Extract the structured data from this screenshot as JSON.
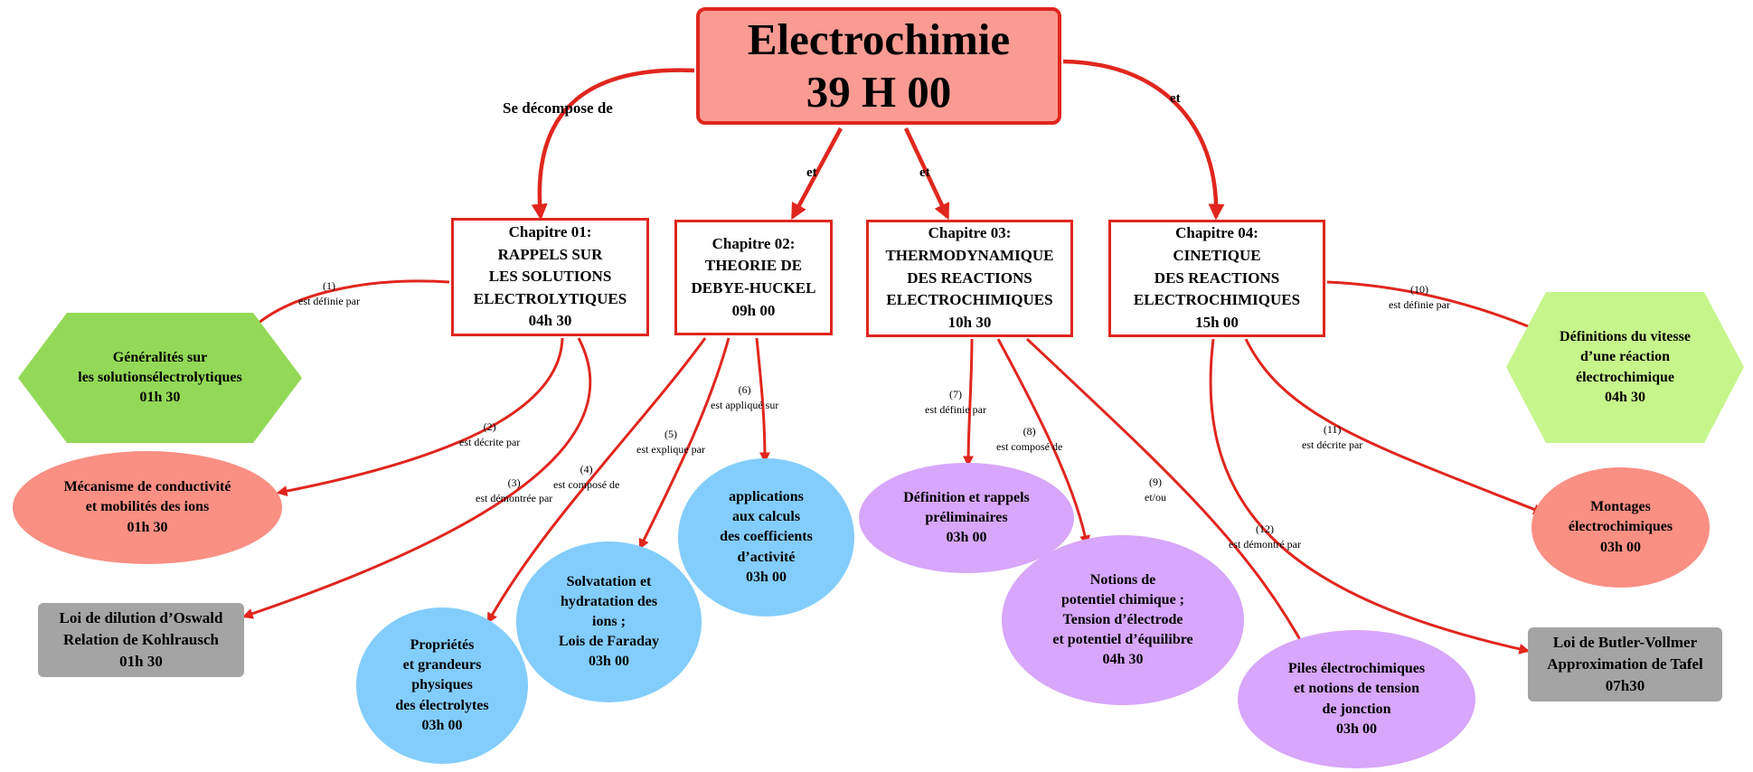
{
  "diagram": {
    "root": {
      "line1": "Electrochimie",
      "line2": "39 H 00"
    },
    "root_edges": {
      "left": "Se décompose de",
      "center_left": "et",
      "center_right": "et",
      "right": "et"
    },
    "chapters": [
      {
        "lines": [
          "Chapitre 01:",
          "RAPPELS SUR",
          "LES SOLUTIONS",
          "ELECTROLYTIQUES",
          "04h 30"
        ]
      },
      {
        "lines": [
          "Chapitre 02:",
          "THEORIE DE",
          "DEBYE-HUCKEL",
          "09h 00"
        ]
      },
      {
        "lines": [
          "Chapitre 03:",
          "THERMODYNAMIQUE",
          "DES REACTIONS",
          "ELECTROCHIMIQUES",
          "10h 30"
        ]
      },
      {
        "lines": [
          "Chapitre 04:",
          "CINETIQUE",
          "DES REACTIONS",
          "ELECTROCHIMIQUES",
          "15h 00"
        ]
      }
    ],
    "topics": [
      {
        "lines": [
          "Généralités sur",
          "les  solutionsélectrolytiques",
          "01h 30"
        ]
      },
      {
        "lines": [
          "Mécanisme  de  conductivité",
          "et mobilités des ions",
          "01h 30"
        ]
      },
      {
        "lines": [
          "Loi de dilution d’Oswald",
          "Relation de Kohlrausch",
          "01h 30"
        ]
      },
      {
        "lines": [
          "Propriétés",
          "et  grandeurs",
          "physiques",
          "des électrolytes",
          "03h 00"
        ]
      },
      {
        "lines": [
          "Solvatation et",
          "hydratation des",
          "ions ;",
          "Lois de Faraday",
          "03h 00"
        ]
      },
      {
        "lines": [
          "applications",
          "aux calculs",
          "des coefficients",
          "d’activité",
          "03h 00"
        ]
      },
      {
        "lines": [
          "Définition et rappels",
          "préliminaires",
          "03h 00"
        ]
      },
      {
        "lines": [
          "Notions de",
          "potentiel  chimique  ;",
          "Tension  d’électrode",
          "et potentiel d’équilibre",
          "04h 30"
        ]
      },
      {
        "lines": [
          "Piles  électrochimiques",
          "et notions de tension",
          "de jonction",
          "03h 00"
        ]
      },
      {
        "lines": [
          "Définitions du vitesse",
          "d’une  réaction",
          "électrochimique",
          "04h 30"
        ]
      },
      {
        "lines": [
          "Montages",
          "électrochimiques",
          "03h 00"
        ]
      },
      {
        "lines": [
          "Loi de Butler-Vollmer",
          "Approximation de Tafel",
          "07h30"
        ]
      }
    ],
    "edge_labels": [
      {
        "num": "(1)",
        "text": "est définie par"
      },
      {
        "num": "(2)",
        "text": "est décrite par"
      },
      {
        "num": "(3)",
        "text": "est  démontrée  par"
      },
      {
        "num": "(4)",
        "text": "est  composé de"
      },
      {
        "num": "(5)",
        "text": "est  explique par"
      },
      {
        "num": "(6)",
        "text": "est appliqué sur"
      },
      {
        "num": "(7)",
        "text": "est définie par"
      },
      {
        "num": "(8)",
        "text": "est  composé  de"
      },
      {
        "num": "(9)",
        "text": "et/ou"
      },
      {
        "num": "(10)",
        "text": "est définie par"
      },
      {
        "num": "(11)",
        "text": "est décrite par"
      },
      {
        "num": "(12)",
        "text": "est démontré par"
      }
    ],
    "colors": {
      "arrow": "#e0261e",
      "root_fill": "#fa9b93",
      "hex_green": "#93d957",
      "hex_light_green": "#c6f58c",
      "ellipse_pink": "#fa8f84",
      "ellipse_blue": "#83cdfc",
      "ellipse_violet": "#d8a6fa",
      "gray_box": "#a4a4a4"
    }
  }
}
